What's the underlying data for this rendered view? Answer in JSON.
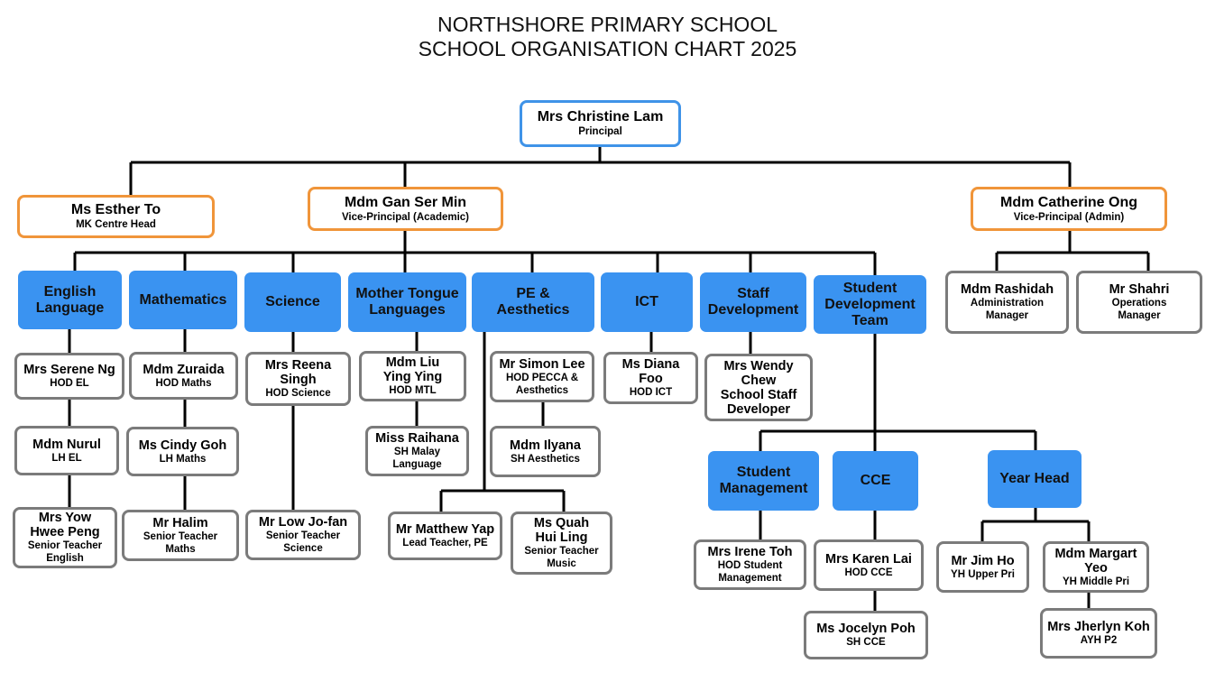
{
  "title": {
    "line1": "NORTHSHORE PRIMARY SCHOOL",
    "line2": "SCHOOL ORGANISATION CHART 2025"
  },
  "colors": {
    "principal_border": "#3f93e8",
    "leader_border": "#f0953a",
    "staff_border": "#7b7b7b",
    "dept_fill": "#3a93f1",
    "connector": "#000000"
  },
  "principal": {
    "name": "Mrs Christine Lam",
    "role": "Principal"
  },
  "leaders": {
    "mk": {
      "name": "Ms Esther To",
      "role": "MK Centre Head"
    },
    "vp_academic": {
      "name": "Mdm Gan Ser Min",
      "role": "Vice-Principal (Academic)"
    },
    "vp_admin": {
      "name": "Mdm Catherine Ong",
      "role": "Vice-Principal (Admin)"
    }
  },
  "departments": {
    "english": "English\nLanguage",
    "maths": "Mathematics",
    "science": "Science",
    "mtl": "Mother Tongue\nLanguages",
    "pe": "PE &\nAesthetics",
    "ict": "ICT",
    "staffdev": "Staff\nDevelopment",
    "sdt": "Student\nDevelopment\nTeam",
    "studentmgmt": "Student\nManagement",
    "cce": "CCE",
    "yearhead": "Year Head"
  },
  "staff": {
    "serene": {
      "name": "Mrs Serene Ng",
      "role": "HOD EL"
    },
    "nurul": {
      "name": "Mdm Nurul",
      "role": "LH EL"
    },
    "yow": {
      "name": "Mrs Yow\nHwee Peng",
      "role": "Senior Teacher\nEnglish"
    },
    "zuraida": {
      "name": "Mdm Zuraida",
      "role": "HOD Maths"
    },
    "cindy": {
      "name": "Ms Cindy Goh",
      "role": "LH Maths"
    },
    "halim": {
      "name": "Mr Halim",
      "role": "Senior Teacher\nMaths"
    },
    "reena": {
      "name": "Mrs Reena\nSingh",
      "role": "HOD Science"
    },
    "low": {
      "name": "Mr Low Jo-fan",
      "role": "Senior Teacher\nScience"
    },
    "liu": {
      "name": "Mdm Liu\nYing Ying",
      "role": "HOD MTL"
    },
    "raihana": {
      "name": "Miss Raihana",
      "role": "SH Malay\nLanguage"
    },
    "simon": {
      "name": "Mr Simon Lee",
      "role": "HOD PECCA &\nAesthetics"
    },
    "ilyana": {
      "name": "Mdm Ilyana",
      "role": "SH Aesthetics"
    },
    "matthew": {
      "name": "Mr Matthew Yap",
      "role": "Lead Teacher, PE"
    },
    "quah": {
      "name": "Ms Quah\nHui Ling",
      "role": "Senior Teacher\nMusic"
    },
    "diana": {
      "name": "Ms Diana\nFoo",
      "role": "HOD ICT"
    },
    "wendy": {
      "name": "Mrs Wendy\nChew\nSchool Staff\nDeveloper",
      "role": ""
    },
    "irene": {
      "name": "Mrs Irene Toh",
      "role": "HOD Student\nManagement"
    },
    "karen": {
      "name": "Mrs Karen Lai",
      "role": "HOD CCE"
    },
    "jocelyn": {
      "name": "Ms Jocelyn Poh",
      "role": "SH CCE"
    },
    "jim": {
      "name": "Mr Jim Ho",
      "role": "YH Upper Pri"
    },
    "margart": {
      "name": "Mdm Margart\nYeo",
      "role": "YH Middle Pri"
    },
    "jherlyn": {
      "name": "Mrs Jherlyn Koh",
      "role": "AYH P2"
    },
    "rashidah": {
      "name": "Mdm Rashidah",
      "role": "Administration\nManager"
    },
    "shahri": {
      "name": "Mr Shahri",
      "role": "Operations\nManager"
    }
  }
}
